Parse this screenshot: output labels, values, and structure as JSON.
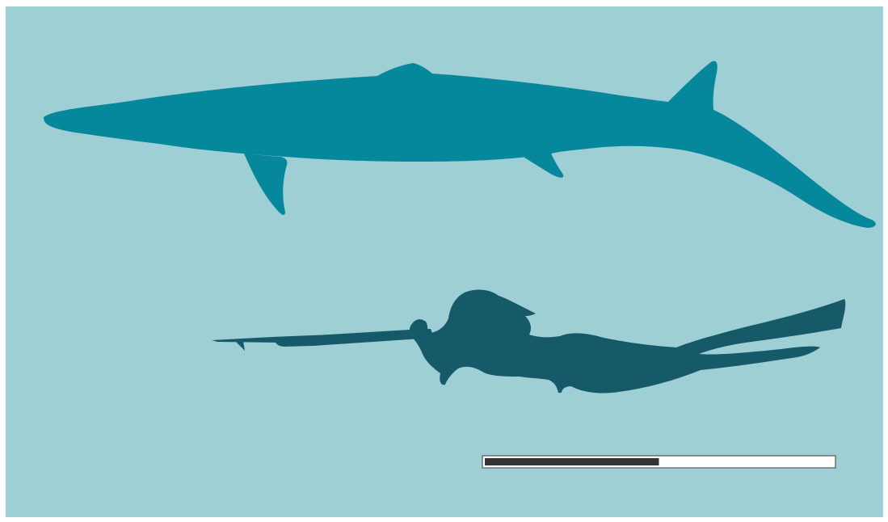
{
  "colors": {
    "background": "#9ecfd5",
    "whale": "#06889c",
    "diver": "#165a6a",
    "scale_dark": "#333333",
    "scale_light": "#ffffff",
    "scale_border": "#555555"
  },
  "icons": {
    "whale": "whale-silhouette",
    "diver": "diver-silhouette"
  },
  "scale_bar": {
    "segments": 2,
    "dark_fraction": 0.5
  }
}
